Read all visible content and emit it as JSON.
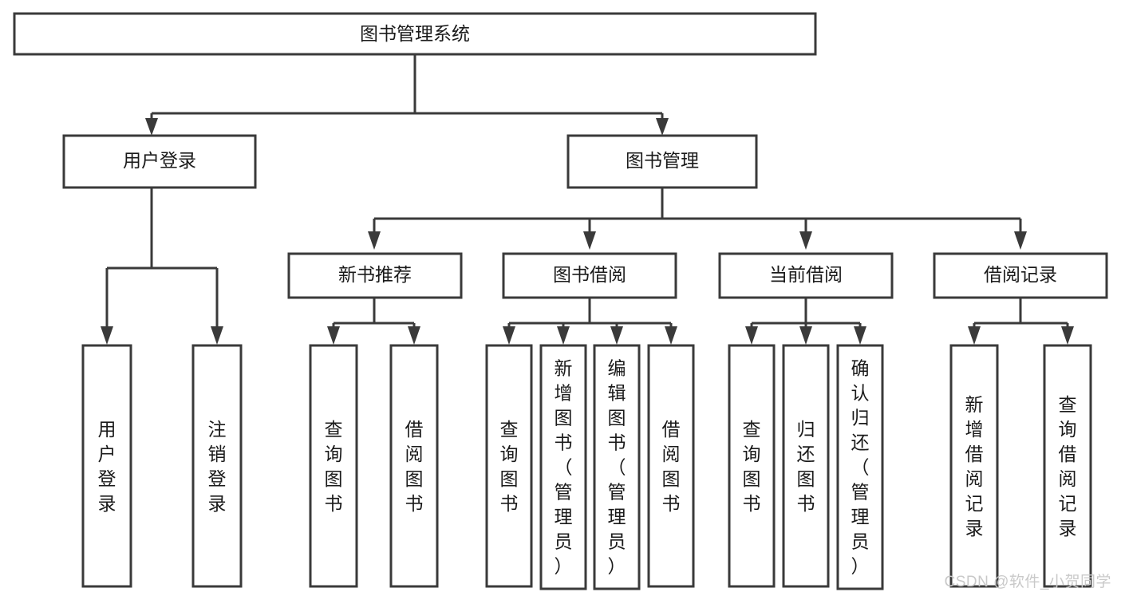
{
  "diagram": {
    "type": "tree-hierarchy-chart",
    "title": "图书管理系统",
    "watermark": "CSDN @软件_小贺同学",
    "colors": {
      "box_stroke": "#3a3a3a",
      "box_fill": "#ffffff",
      "text": "#1a1a1a",
      "background": "#ffffff",
      "watermark": "#c9c9c9"
    },
    "nodes": {
      "root": {
        "label": "图书管理系统",
        "orientation": "horizontal"
      },
      "level2": [
        {
          "id": "user-login",
          "label": "用户登录",
          "orientation": "horizontal"
        },
        {
          "id": "book-management",
          "label": "图书管理",
          "orientation": "horizontal"
        }
      ],
      "level3": [
        {
          "id": "new-book-recommend",
          "label": "新书推荐",
          "orientation": "horizontal"
        },
        {
          "id": "book-borrow",
          "label": "图书借阅",
          "orientation": "horizontal"
        },
        {
          "id": "current-borrow",
          "label": "当前借阅",
          "orientation": "horizontal"
        },
        {
          "id": "borrow-record",
          "label": "借阅记录",
          "orientation": "horizontal"
        }
      ],
      "leaves": {
        "user-login": [
          {
            "id": "leaf-user-login",
            "label": "用户登录",
            "orientation": "vertical"
          },
          {
            "id": "leaf-user-logout",
            "label": "注销登录",
            "orientation": "vertical"
          }
        ],
        "new-book-recommend": [
          {
            "id": "leaf-query-book-1",
            "label": "查询图书",
            "orientation": "vertical"
          },
          {
            "id": "leaf-borrow-book-1",
            "label": "借阅图书",
            "orientation": "vertical"
          }
        ],
        "book-borrow": [
          {
            "id": "leaf-query-book-2",
            "label": "查询图书",
            "orientation": "vertical"
          },
          {
            "id": "leaf-add-book-admin",
            "label": "新增图书（管理员）",
            "orientation": "vertical"
          },
          {
            "id": "leaf-edit-book-admin",
            "label": "编辑图书（管理员）",
            "orientation": "vertical"
          },
          {
            "id": "leaf-borrow-book-2",
            "label": "借阅图书",
            "orientation": "vertical"
          }
        ],
        "current-borrow": [
          {
            "id": "leaf-query-book-3",
            "label": "查询图书",
            "orientation": "vertical"
          },
          {
            "id": "leaf-return-book",
            "label": "归还图书",
            "orientation": "vertical"
          },
          {
            "id": "leaf-confirm-return-admin",
            "label": "确认归还（管理员）",
            "orientation": "vertical"
          }
        ],
        "borrow-record": [
          {
            "id": "leaf-add-borrow-record",
            "label": "新增借阅记录",
            "orientation": "vertical"
          },
          {
            "id": "leaf-query-borrow-record",
            "label": "查询借阅记录",
            "orientation": "vertical"
          }
        ]
      }
    }
  }
}
